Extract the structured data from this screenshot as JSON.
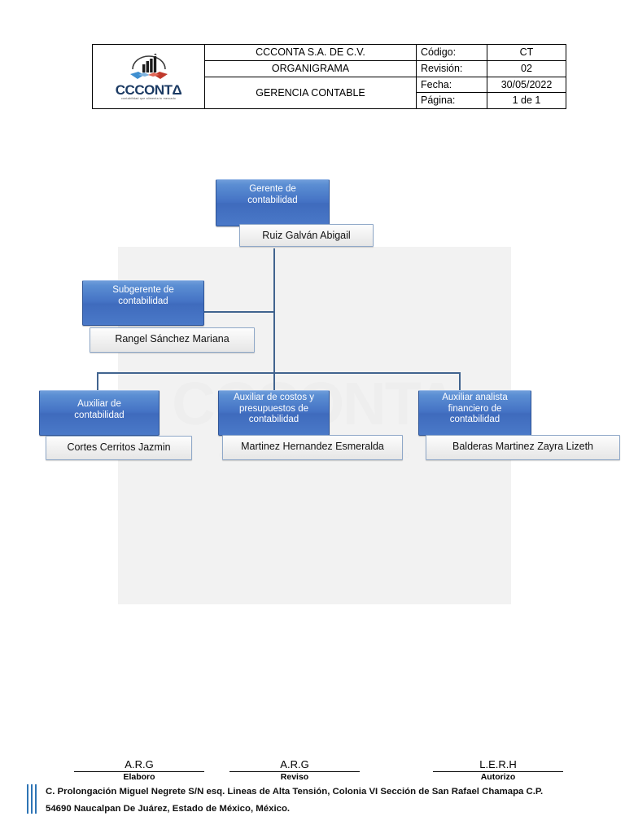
{
  "document": {
    "header": {
      "logo": {
        "icon": "bar-chart-handshake-logo",
        "wordmark": "CCCONTΔ",
        "tagline": "contabilidad que alimenta tu mercado"
      },
      "rows": [
        {
          "title": "CCCONTA S.A. DE C.V.",
          "label": "Código:",
          "value": "CT"
        },
        {
          "title": "ORGANIGRAMA",
          "label": "Revisión:",
          "value": "02"
        },
        {
          "title": "GERENCIA CONTABLE",
          "label": "Fecha:",
          "value": "30/05/2022"
        },
        {
          "title": "",
          "label": "Página:",
          "value": "1 de 1"
        }
      ]
    },
    "chart": {
      "watermark": "CCCONTA",
      "watermark_tagline": "contabilidad que alimenta tu mercado",
      "nodes": {
        "gerente": {
          "role_line1": "Gerente de",
          "role_line2": "contabilidad",
          "name": "Ruiz Galván Abigail"
        },
        "subgerente": {
          "role_line1": "Subgerente de",
          "role_line2": "contabilidad",
          "name": "Rangel Sánchez Mariana"
        },
        "auxiliar_contabilidad": {
          "role_line1": "Auxiliar de",
          "role_line2": "contabilidad",
          "role_line3": "",
          "name": "Cortes Cerritos Jazmin"
        },
        "auxiliar_costos": {
          "role_line1": "Auxiliar de costos y",
          "role_line2": "presupuestos de",
          "role_line3": "contabilidad",
          "name": "Martinez Hernandez Esmeralda"
        },
        "auxiliar_analista": {
          "role_line1": "Auxiliar  analista",
          "role_line2": "financiero de",
          "role_line3": "contabilidad",
          "name": "Balderas Martinez Zayra Lizeth"
        }
      }
    },
    "footer": {
      "signatures": [
        {
          "name": "A.R.G",
          "role": "Elaboro"
        },
        {
          "name": "A.R.G",
          "role": "Reviso"
        },
        {
          "name": "L.E.R.H",
          "role": "Autorizo"
        }
      ],
      "address_line1": "C. Prolongación Miguel Negrete S/N esq. Lineas de Alta Tensión, Colonia VI Sección de San Rafael Chamapa C.P.",
      "address_line2": "54690 Naucalpan De Juárez, Estado de México, México."
    },
    "colors": {
      "node_blue": "#4472c4",
      "node_border": "#2f5597",
      "canvas_gray": "#f2f2f2",
      "connector": "#41648f",
      "accent_bar": "#2e74b5"
    }
  }
}
